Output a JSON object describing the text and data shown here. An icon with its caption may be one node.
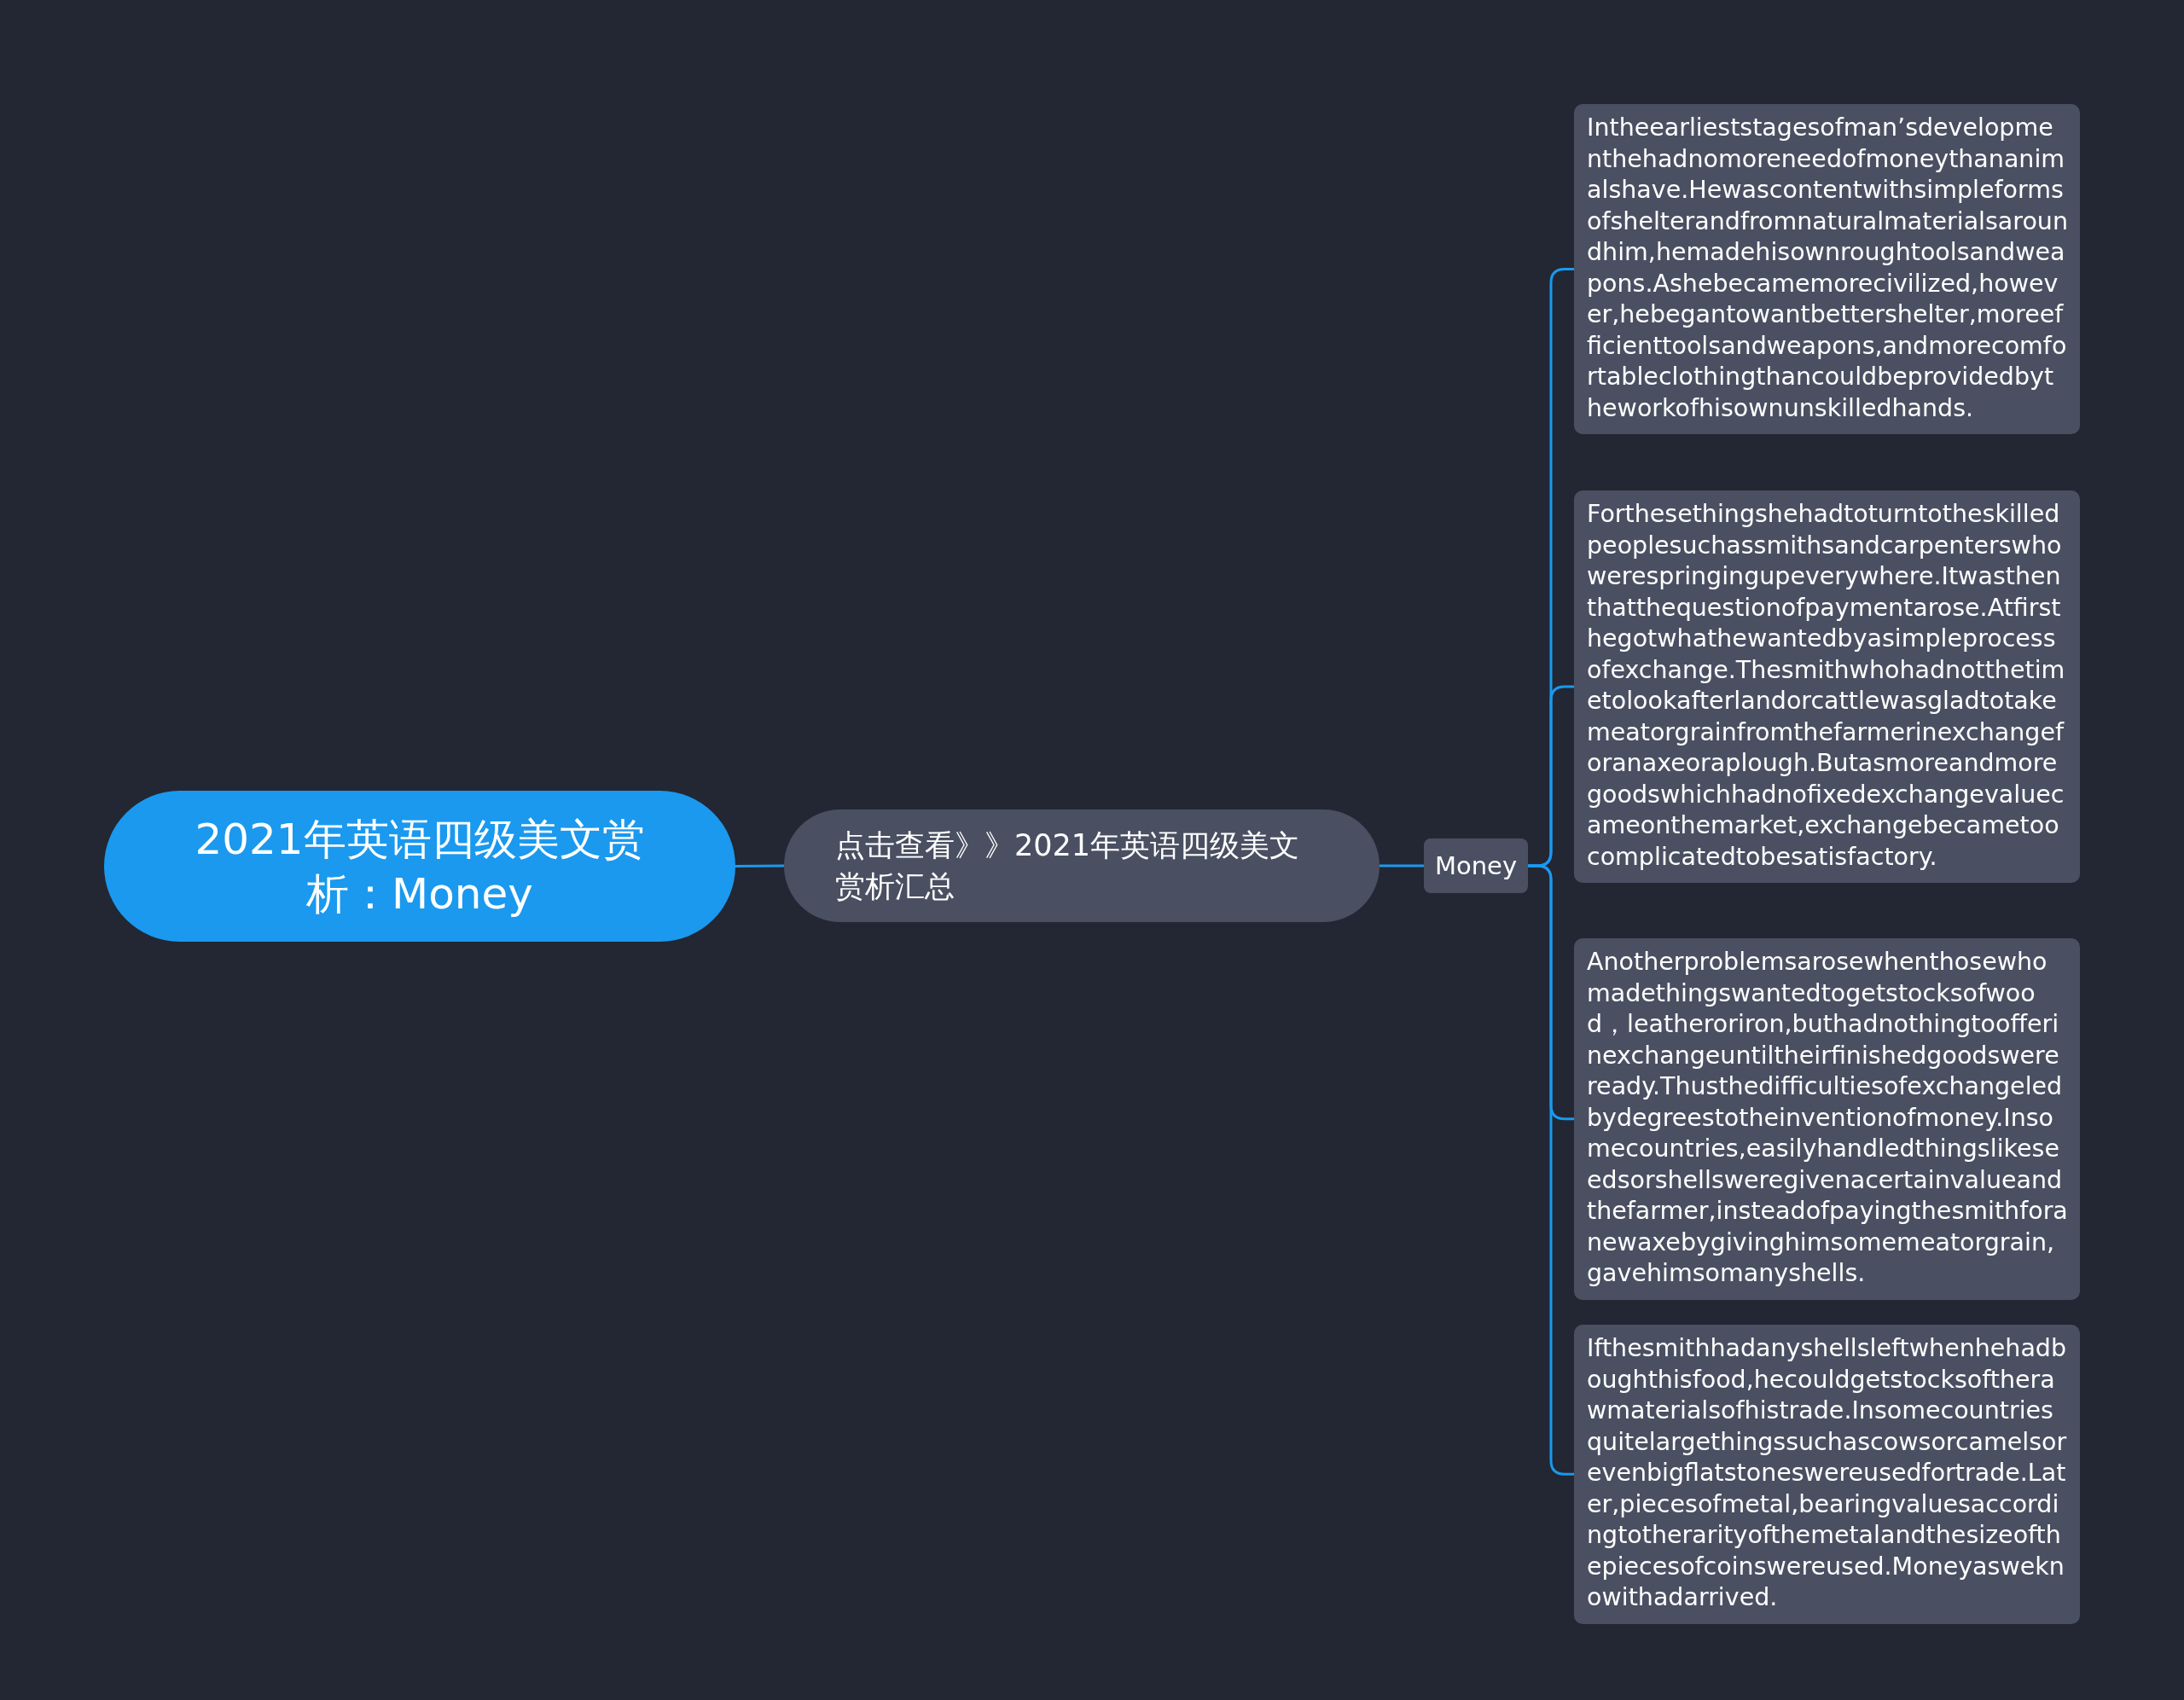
{
  "diagram": {
    "nodes": [
      {
        "text": [
          "2021年英语四级美文赏析：Money"
        ]
      },
      {
        "text": [
          "点击查看》》2021年英语四级美文赏析汇总"
        ]
      },
      {
        "text": [
          "Money"
        ]
      },
      {
        "text": [
          "Intheearlieststagesofman’sdevelopmenthehadnomoreneedofmoneythananimalshave.Hewascontentwithsimpleformsofshelterandfromnaturalmaterialsaroundhim,hemadehisownroughtoolsandweapons.Ashebecamemorecivilized,however,hebegantowantbettershelter,moreefficienttoolsandweapons,andmorecomfortableclothingthancouldbeprovidedbytheworkofhisownunskilledhands."
        ]
      },
      {
        "text": [
          "Forthesethingshehadtoturntotheskilledpeoplesuchassmithsandcarpenterswhowerespringingupeverywhere.Itwasthenthatthequestionofpaymentarose.Atfirsthegotwhathewantedbyasimpleprocessofexchange.Thesmithwhohadnotthetimetolookafterlandorcattlewasgladtotakemeatorgrainfromthefarmerinexchangeforanaxeoraplough.Butasmoreandmoregoodswhichhadnofixedexchangevaluecameonthemarket,exchangebecametoocomplicatedtobesatisfactory."
        ]
      },
      {
        "text": [
          "Anotherproblemsarosewhenthosewhomadethingswantedtogetstocksofwood，leatheroriron,buthadnothingtoofferinexchangeuntiltheirfinishedgoodswereready.Thusthedifficultiesofexchangeledbydegreestotheinventionofmoney.Insomecountries,easilyhandledthingslikeseedsorshellsweregivenacertainvalueandthefarmer,insteadofpayingthesmithforanewaxebygivinghimsomemeatorgrain,gavehimsomanyshells."
        ]
      },
      {
        "text": [
          "Ifthesmithhadanyshellsleftwhenhehadboughthisfood,hecouldgetstocksoftherawmaterialsofhistrade.Insomecountriesquitelargethingssuchascowsorcamelsorevenbigflatstoneswereusedfortrade.Later,piecesofmetal,bearingvaluesaccordingtotherarityofthemetalandthesizeofthepiecesofcoinswereused.Moneyasweknowithadarrived."
        ]
      }
    ],
    "edges": [
      {
        "from": 0,
        "to": 1,
        "arrow": "none"
      },
      {
        "from": 1,
        "to": 2,
        "arrow": "none"
      },
      {
        "from": 2,
        "to": 3,
        "arrow": "none"
      },
      {
        "from": 2,
        "to": 4,
        "arrow": "none"
      },
      {
        "from": 2,
        "to": 5,
        "arrow": "none"
      },
      {
        "from": 2,
        "to": 6,
        "arrow": "none"
      }
    ]
  }
}
